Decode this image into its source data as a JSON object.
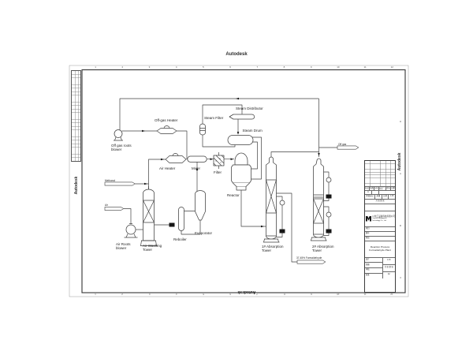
{
  "brand": {
    "top": "Autodesk",
    "bottom": "Autodesk",
    "left": "Autodesk",
    "right": "Autodesk"
  },
  "border": {
    "top_numbers": [
      "1",
      "2",
      "3",
      "4",
      "5",
      "6",
      "7",
      "8",
      "9",
      "10",
      "11",
      "12"
    ],
    "bottom_numbers": [
      "1",
      "2",
      "3",
      "4",
      "5",
      "6",
      "7",
      "8",
      "9",
      "10",
      "11",
      "12"
    ],
    "right_letters": [
      "A",
      "B",
      "C",
      "D"
    ]
  },
  "equipment": {
    "off_gas_blower": "Off gas roots blower",
    "off_gas_heater": "Off-gas Heater",
    "steam_filter": "Steam Filter",
    "steam_distributor": "Steam Distributor",
    "steam_drum": "Steam Drum",
    "air_heater": "Air Heater",
    "mixer": "Mixer",
    "filter": "Filter",
    "reactor": "Reactor",
    "reboiler": "Reboiler",
    "evaporator": "Evaporator",
    "air_blower": "Air Roots blower",
    "washing_tower": "Air Washing Tower",
    "tower1": "1# Absorption Tower",
    "tower2": "2# Absorption Tower"
  },
  "streams": {
    "methanol": "Methanol",
    "air": "Air",
    "off_gas": "Off gas",
    "formaldehyde": "37-45% Formaldehyde"
  },
  "title_block": {
    "rev_header": [
      "标记",
      "处数",
      "分区",
      "更改文件号",
      "签名",
      "日期"
    ],
    "rev_mark": "A",
    "stage_label": "阶段标记",
    "mass_label": "质量",
    "scale_label": "比例",
    "scale_value": "1:15",
    "sheets_note": "共 张 第 张",
    "company_cn": "××化工设备科技有限公司",
    "company_en1": "Chemical Equipment",
    "company_en2": "Technology Co., Ltd.",
    "field_rows": [
      "项目",
      "图号",
      "阶段"
    ],
    "title_line1": "Reaction Process",
    "title_line2": "Formaldehyde Plant",
    "sign_labels": [
      "设计",
      "制图",
      "审核",
      "批准"
    ],
    "size_value": "A2"
  },
  "colors": {
    "line": "#3f3f3f",
    "ink": "#1d1d1d",
    "solid": "#161616"
  }
}
